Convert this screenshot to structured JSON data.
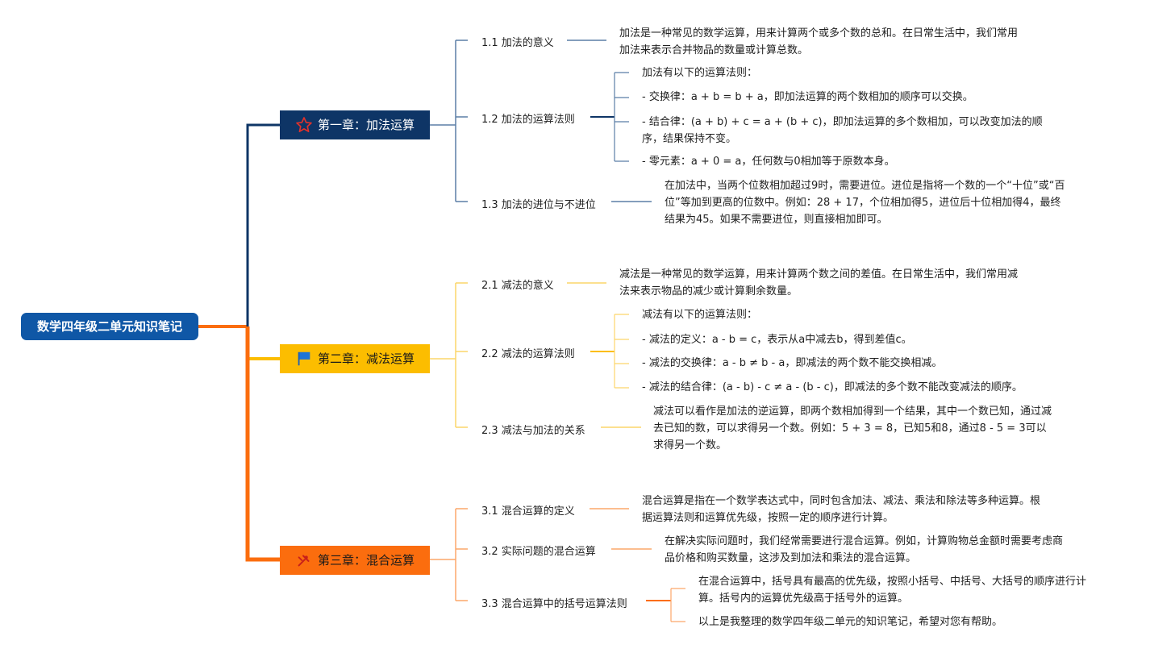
{
  "root": {
    "title": "数学四年级二单元知识笔记"
  },
  "chapters": [
    {
      "title": "第一章：加法运算",
      "icon": "star-icon",
      "color": "#0e3566",
      "sections": [
        {
          "title": "1.1 加法的意义",
          "notes": [
            "加法是一种常见的数学运算，用来计算两个或多个数的总和。在日常生活中，我们常用加法来表示合并物品的数量或计算总数。"
          ]
        },
        {
          "title": "1.2 加法的运算法则",
          "notes": [
            "加法有以下的运算法则：",
            "- 交换律：a + b = b + a，即加法运算的两个数相加的顺序可以交换。",
            "- 结合律：(a + b) + c = a + (b + c)，即加法运算的多个数相加，可以改变加法的顺序，结果保持不变。",
            "- 零元素：a + 0 = a，任何数与0相加等于原数本身。"
          ]
        },
        {
          "title": "1.3 加法的进位与不进位",
          "notes": [
            "在加法中，当两个位数相加超过9时，需要进位。进位是指将一个数的一个“十位”或“百位”等加到更高的位数中。例如：28 + 17，个位相加得5，进位后十位相加得4，最终结果为45。如果不需要进位，则直接相加即可。"
          ]
        }
      ]
    },
    {
      "title": "第二章：减法运算",
      "icon": "flag-icon",
      "color": "#fcbd00",
      "sections": [
        {
          "title": "2.1 减法的意义",
          "notes": [
            "减法是一种常见的数学运算，用来计算两个数之间的差值。在日常生活中，我们常用减法来表示物品的减少或计算剩余数量。"
          ]
        },
        {
          "title": "2.2 减法的运算法则",
          "notes": [
            "减法有以下的运算法则：",
            "- 减法的定义：a - b = c，表示从a中减去b，得到差值c。",
            "- 减法的交换律：a - b ≠ b - a，即减法的两个数不能交换相减。",
            "- 减法的结合律：(a - b) - c ≠ a - (b - c)，即减法的多个数不能改变减法的顺序。"
          ]
        },
        {
          "title": "2.3 减法与加法的关系",
          "notes": [
            "减法可以看作是加法的逆运算，即两个数相加得到一个结果，其中一个数已知，通过减去已知的数，可以求得另一个数。例如：5 + 3 = 8，已知5和8，通过8 - 5 = 3可以求得另一个数。"
          ]
        }
      ]
    },
    {
      "title": "第三章：混合运算",
      "icon": "tools-icon",
      "color": "#fb6d0e",
      "sections": [
        {
          "title": "3.1 混合运算的定义",
          "notes": [
            "混合运算是指在一个数学表达式中，同时包含加法、减法、乘法和除法等多种运算。根据运算法则和运算优先级，按照一定的顺序进行计算。"
          ]
        },
        {
          "title": "3.2 实际问题的混合运算",
          "notes": [
            "在解决实际问题时，我们经常需要进行混合运算。例如，计算购物总金额时需要考虑商品价格和购买数量，这涉及到加法和乘法的混合运算。"
          ]
        },
        {
          "title": "3.3 混合运算中的括号运算法则",
          "notes": [
            "在混合运算中，括号具有最高的优先级，按照小括号、中括号、大括号的顺序进行计算。括号内的运算优先级高于括号外的运算。",
            "以上是我整理的数学四年级二单元的知识笔记，希望对您有帮助。"
          ]
        }
      ]
    }
  ]
}
